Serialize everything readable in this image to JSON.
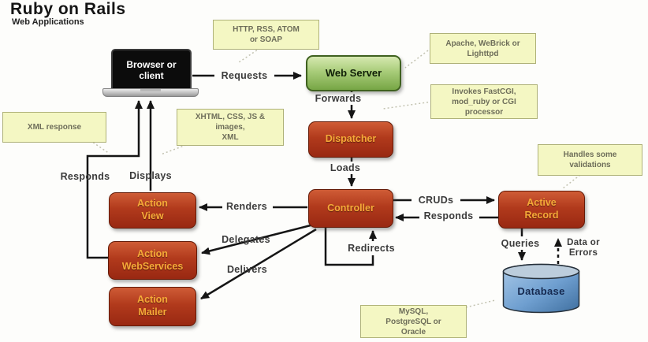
{
  "title": "Ruby on Rails",
  "subtitle": "Web Applications",
  "nodes": {
    "browser": {
      "lines": [
        "Browser or",
        "client"
      ]
    },
    "web_server": {
      "label": "Web Server"
    },
    "dispatcher": {
      "label": "Dispatcher"
    },
    "controller": {
      "label": "Controller"
    },
    "action_view": {
      "lines": [
        "Action",
        "View"
      ]
    },
    "action_webservices": {
      "lines": [
        "Action",
        "WebServices"
      ]
    },
    "action_mailer": {
      "lines": [
        "Action",
        "Mailer"
      ]
    },
    "active_record": {
      "lines": [
        "Active",
        "Record"
      ]
    },
    "database": {
      "label": "Database"
    }
  },
  "notes": {
    "protocols": {
      "lines": [
        "HTTP, RSS, ATOM",
        "or SOAP"
      ]
    },
    "servers": {
      "lines": [
        "Apache, WeBrick or",
        "Lighttpd"
      ]
    },
    "invokes": {
      "lines": [
        "Invokes FastCGI,",
        "mod_ruby or CGI",
        "processor"
      ]
    },
    "xml_response": {
      "lines": [
        "XML response"
      ]
    },
    "assets": {
      "lines": [
        "XHTML, CSS, JS &",
        "images,",
        "XML"
      ]
    },
    "validations": {
      "lines": [
        "Handles some",
        "validations"
      ]
    },
    "databases": {
      "lines": [
        "MySQL,",
        "PostgreSQL or",
        "Oracle"
      ]
    }
  },
  "edges": {
    "requests": "Requests",
    "forwards": "Forwards",
    "loads": "Loads",
    "renders": "Renders",
    "cruds": "CRUDs",
    "responds_right": "Responds",
    "redirects": "Redirects",
    "delegates": "Delegates",
    "delivers": "Delivers",
    "responds_left": "Responds",
    "displays": "Displays",
    "queries": "Queries",
    "data_or_errors": {
      "lines": [
        "Data or",
        "Errors"
      ]
    }
  },
  "colors": {
    "component_red": "#a93215",
    "web_server_green": "#8fbc59",
    "note_yellow": "#f4f7c3",
    "database_blue": "#5b8fc4",
    "node_text_gold": "#f2a73a",
    "arrow_black": "#151515"
  }
}
